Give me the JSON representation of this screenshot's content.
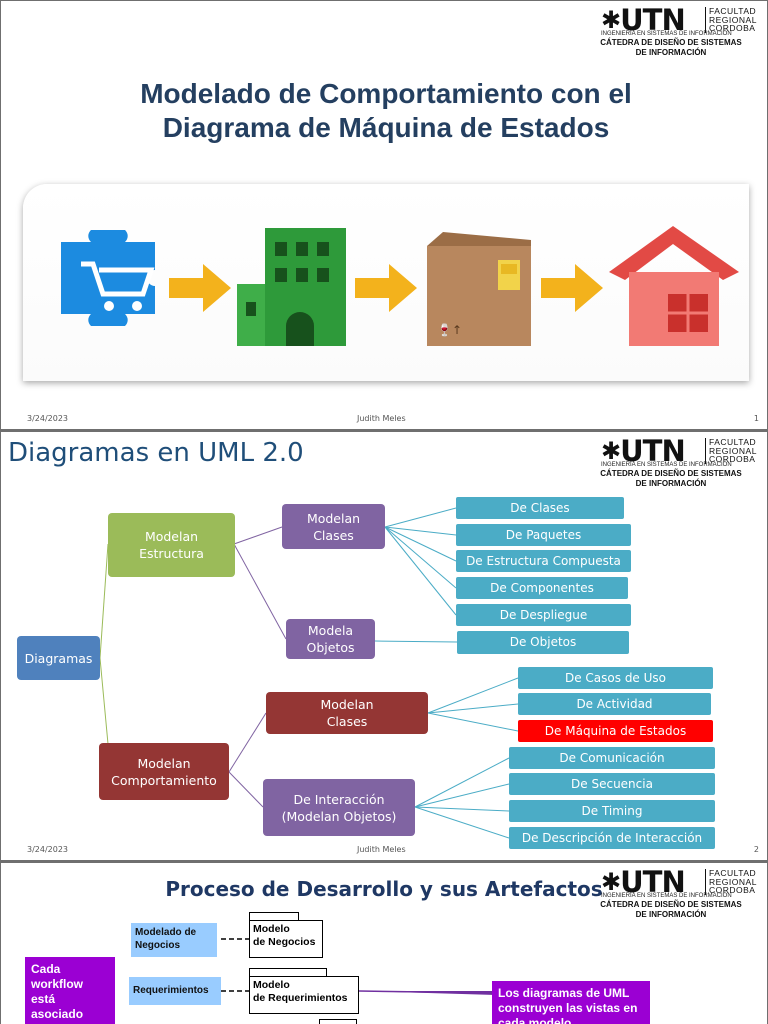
{
  "logo": {
    "utn": "UTN",
    "faculty_lines": [
      "FACULTAD",
      "REGIONAL",
      "CORDOBA"
    ],
    "engineering": "INGENIERÍA EN SISTEMAS DE INFORMACIÓN",
    "chair_line1": "CÁTEDRA DE DISEÑO DE SISTEMAS",
    "chair_line2": "DE INFORMACIÓN"
  },
  "slide1": {
    "title_line1": "Modelado de Comportamiento con el",
    "title_line2": "Diagrama de Máquina de Estados",
    "banner_icons": [
      "shopping-cart-icon",
      "arrow-right-icon",
      "office-building-icon",
      "arrow-right-icon",
      "package-box-icon",
      "arrow-right-icon",
      "house-icon"
    ],
    "footer_date": "3/24/2023",
    "footer_author": "Judith Meles",
    "page_number": "1"
  },
  "slide2": {
    "title": "Diagramas en UML 2.0",
    "root": "Diagramas",
    "estructura": "Modelan\nEstructura",
    "comportamiento": "Modelan\nComportamiento",
    "clases_estructura": "Modelan\nClases",
    "objetos_estructura": "Modela\nObjetos",
    "clases_comportamiento": "Modelan\nClases",
    "interaccion": "De Interacción\n(Modelan Objetos)",
    "leaves_clases": [
      "De Clases",
      "De Paquetes",
      "De Estructura Compuesta",
      "De Componentes",
      "De Despliegue"
    ],
    "leaf_objetos": "De Objetos",
    "leaves_comportamiento": [
      "De Casos de Uso",
      "De Actividad",
      "De Máquina de Estados"
    ],
    "leaves_interaccion": [
      "De Comunicación",
      "De Secuencia",
      "De Timing",
      "De Descripción de Interacción"
    ],
    "highlight_color": "#ff0000",
    "footer_date": "3/24/2023",
    "footer_author": "Judith Meles",
    "page_number": "2"
  },
  "slide3": {
    "title": "Proceso de Desarrollo y sus Artefactos",
    "side_note": "Cada\nworkflow\nestá\nasociado",
    "workflows": [
      "Modelado de\nNegocios",
      "Requerimientos"
    ],
    "models": [
      "Modelo\nde Negocios",
      "Modelo\nde Requerimientos"
    ],
    "callout": "Los diagramas de UML\nconstruyen las vistas en\ncada modelo"
  }
}
